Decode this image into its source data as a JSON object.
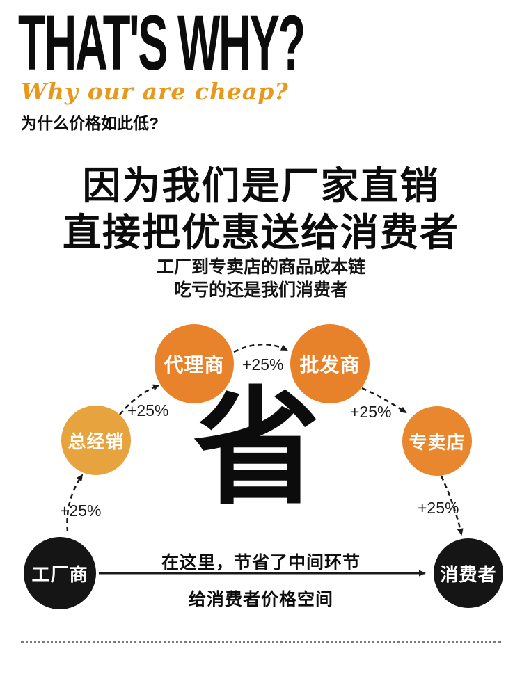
{
  "header": {
    "title": "THAT'S WHY?",
    "tagline": "Why our are cheap?",
    "tagline_cn": "为什么价格如此低?"
  },
  "hero": {
    "line1": "因为我们是厂家直销",
    "line2": "直接把优惠送给消费者",
    "sub1": "工厂到专卖店的商品成本链",
    "sub2": "吃亏的还是我们消费者"
  },
  "diagram": {
    "center_char": "省",
    "increment": "+25%",
    "nodes": {
      "factory": {
        "label": "工厂商",
        "color": "#151515"
      },
      "distributor": {
        "label": "总经销",
        "color": "#e6a33e"
      },
      "agent": {
        "label": "代理商",
        "color": "#e8832b"
      },
      "wholesaler": {
        "label": "批发商",
        "color": "#e8822a"
      },
      "store": {
        "label": "专卖店",
        "color": "#e8872e"
      },
      "consumer": {
        "label": "消费者",
        "color": "#151515"
      }
    },
    "note1": "在这里，节省了中间环节",
    "note2": "给消费者价格空间"
  },
  "colors": {
    "accent_orange": "#e8832b",
    "amber": "#e6a33e",
    "script_orange": "#e8991c",
    "text_black": "#0c0c0c",
    "arrow_black": "#1a1a1a"
  }
}
